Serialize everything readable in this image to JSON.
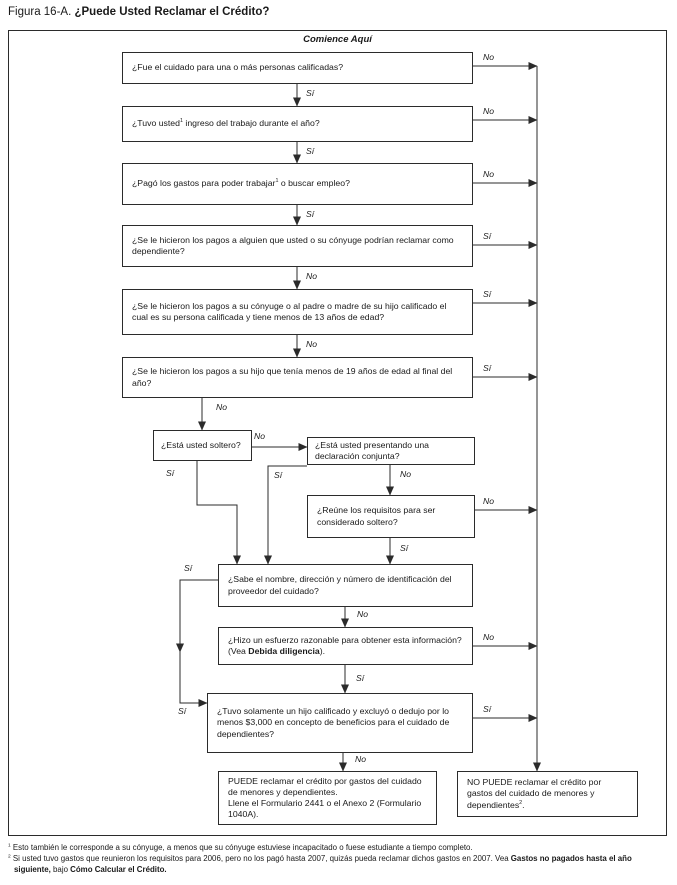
{
  "figure": {
    "label": "Figura 16-A.",
    "title": "¿Puede Usted Reclamar el Crédito?"
  },
  "start_label": "Comience Aquí",
  "edge_labels": {
    "no": "No",
    "si": "Sí"
  },
  "boxes": {
    "q1": {
      "text": "¿Fue el cuidado para una o más personas calificadas?"
    },
    "q2": {
      "pre": "¿Tuvo usted",
      "sup": "1",
      "post": " ingreso del trabajo durante el año?"
    },
    "q3": {
      "pre": "¿Pagó los gastos para poder trabajar",
      "sup": "1",
      "post": " o buscar empleo?"
    },
    "q4": {
      "text": "¿Se le hicieron los pagos a alguien que usted o su cónyuge podrían reclamar como dependiente?"
    },
    "q5": {
      "text": "¿Se le hicieron los pagos a su cónyuge o al padre o madre de su hijo calificado el cual es su persona calificada y tiene menos de 13 años de edad?"
    },
    "q6": {
      "text": "¿Se le hicieron los pagos a su hijo que tenía menos de 19 años de edad al final del año?"
    },
    "q7": {
      "text": "¿Está usted soltero?"
    },
    "q8": {
      "text": "¿Está usted presentando una declaración conjunta?"
    },
    "q9": {
      "text": "¿Reúne los requisitos para ser considerado soltero?"
    },
    "q10": {
      "text": "¿Sabe el nombre, dirección y número de identificación del proveedor del cuidado?"
    },
    "q11": {
      "pre": "¿Hizo un esfuerzo razonable para obtener esta información? (Vea ",
      "bold": "Debida diligencia",
      "post": ")."
    },
    "q12": {
      "text": "¿Tuvo solamente un hijo calificado y excluyó o dedujo por lo menos $3,000 en concepto de beneficios para el cuidado de dependientes?"
    },
    "result_can": {
      "line1": "PUEDE reclamar el crédito por gastos del cuidado de menores y dependientes.",
      "line2": "Llene el Formulario 2441 o el Anexo 2 (Formulario 1040A)."
    },
    "result_cannot": {
      "pre": "NO PUEDE reclamar el crédito por gastos del cuidado de menores y dependientes",
      "sup": "2",
      "post": "."
    }
  },
  "footnotes": {
    "f1": {
      "sup": "1",
      "text": " Esto también le corresponde a su cónyuge, a menos que su cónyuge estuviese incapacitado o fuese estudiante a tiempo completo."
    },
    "f2": {
      "sup": "2",
      "parts": [
        {
          "t": " Si usted tuvo gastos que reunieron los requisitos para 2006, pero no los pagó hasta 2007, quizás pueda reclamar dichos gastos en 2007. Vea "
        },
        {
          "t": "Gastos no pagados hasta el año siguiente,",
          "b": true
        },
        {
          "t": " bajo "
        },
        {
          "t": "Cómo Calcular el Crédito.",
          "b": true
        }
      ]
    }
  }
}
